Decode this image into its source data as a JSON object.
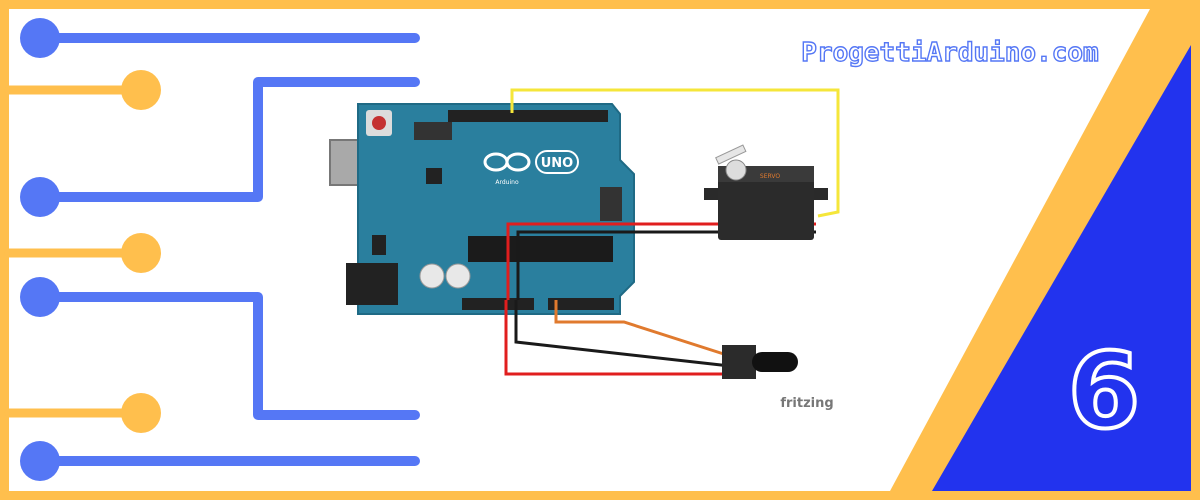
{
  "brand": {
    "site_name": "ProgettiArduino.com"
  },
  "badge": {
    "number": "6"
  },
  "board": {
    "logo_text": "UNO",
    "maker_text": "Arduino"
  },
  "servo": {
    "label": "SERVO"
  },
  "diagram": {
    "credit": "fritzing"
  },
  "colors": {
    "frame_orange": "#FFBF4D",
    "line_blue": "#5577F5",
    "corner_blue": "#2233EE",
    "board_teal": "#2A7F9E",
    "wire_yellow": "#F5E63A",
    "wire_red": "#E01E1E",
    "wire_black": "#1A1A1A",
    "wire_orange": "#E07A2E"
  },
  "icons": [
    "circuit-node-icon",
    "arduino-infinity-icon",
    "reset-button-icon"
  ]
}
